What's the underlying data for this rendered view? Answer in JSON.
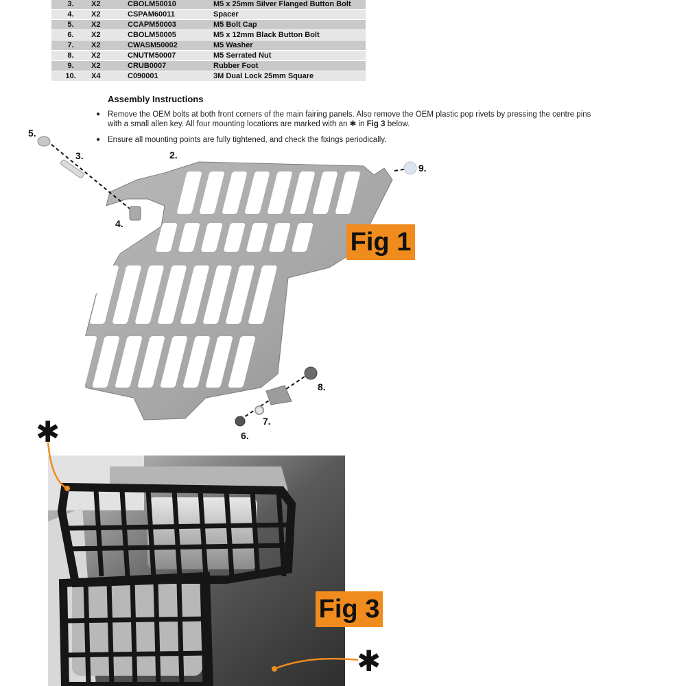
{
  "parts": [
    {
      "no": "3.",
      "qty": "X2",
      "code": "CBOLM50010",
      "desc": "M5 x 25mm Silver Flanged Button Bolt"
    },
    {
      "no": "4.",
      "qty": "X2",
      "code": "CSPAM60011",
      "desc": "Spacer"
    },
    {
      "no": "5.",
      "qty": "X2",
      "code": "CCAPM50003",
      "desc": "M5 Bolt Cap"
    },
    {
      "no": "6.",
      "qty": "X2",
      "code": "CBOLM50005",
      "desc": "M5 x 12mm Black Button Bolt"
    },
    {
      "no": "7.",
      "qty": "X2",
      "code": "CWASM50002",
      "desc": "M5 Washer"
    },
    {
      "no": "8.",
      "qty": "X2",
      "code": "CNUTM50007",
      "desc": "M5 Serrated Nut"
    },
    {
      "no": "9.",
      "qty": "X2",
      "code": "CRUB0007",
      "desc": "Rubber Foot"
    },
    {
      "no": "10.",
      "qty": "X4",
      "code": "C090001",
      "desc": "3M Dual Lock 25mm Square"
    }
  ],
  "assembly": {
    "heading": "Assembly Instructions",
    "bullet": "●",
    "step1_text": "Remove the OEM bolts at both front corners of the main fairing panels. Also remove the OEM plastic pop rivets by pressing the centre pins with a small allen key. All four mounting locations are marked with an",
    "step1_star": "✱",
    "step1_in": "in",
    "step1_fig": "Fig 3",
    "step1_end": "below.",
    "step2_text": "Ensure all mounting points are fully tightened, and check the fixings periodically."
  },
  "fig1": {
    "label": "Fig 1",
    "callouts": {
      "c2": "2.",
      "c3": "3.",
      "c4": "4.",
      "c5": "5.",
      "c6": "6.",
      "c7": "7.",
      "c8": "8.",
      "c9": "9."
    }
  },
  "fig3": {
    "label": "Fig 3",
    "star": "✱"
  },
  "colors": {
    "accent": "#f08c1e",
    "table_dark": "#c9c9c9",
    "table_light": "#e6e6e6",
    "guard": "#a9a9a9"
  }
}
